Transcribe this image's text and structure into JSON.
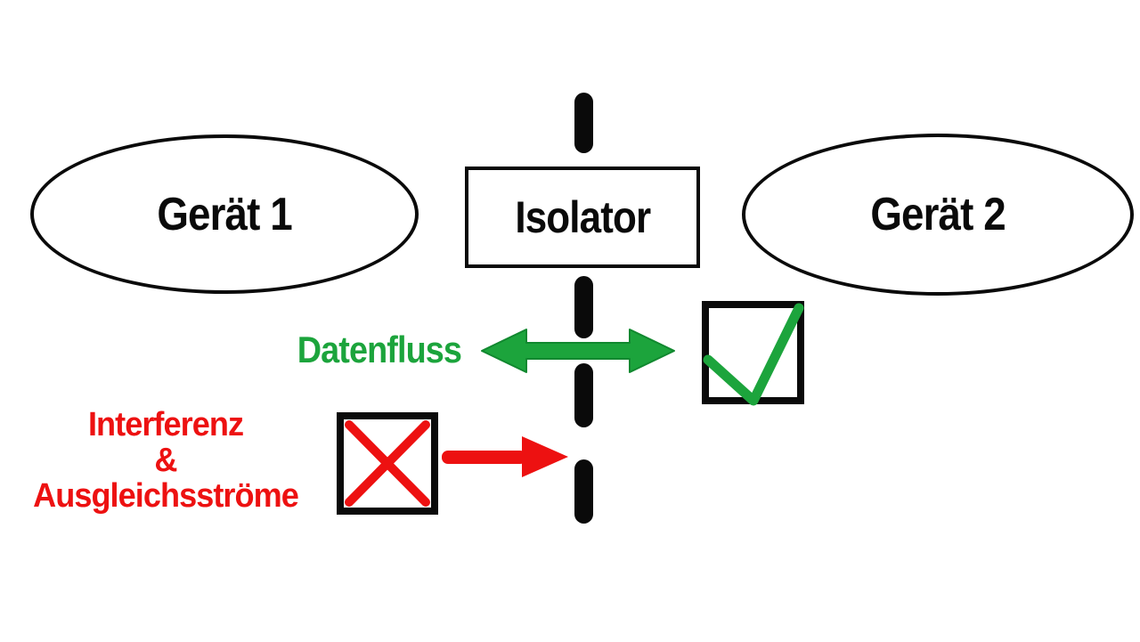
{
  "colors": {
    "dataflow_green": "#1CA43C",
    "dataflow_green_dark": "#11882F",
    "interference_red": "#ED1111",
    "outline_black": "#0A0A0A",
    "background": "#FFFFFF"
  },
  "diagram": {
    "device1": {
      "label": "Gerät 1"
    },
    "device2": {
      "label": "Gerät 2"
    },
    "isolator": {
      "label": "Isolator"
    },
    "dataflow": {
      "label": "Datenfluss"
    },
    "interference": {
      "line1": "Interferenz",
      "line2": "&",
      "line3": "Ausgleichsströme"
    },
    "icons": {
      "barrier": "vertical-dashed-line",
      "dataflow_arrow": "bidirectional-horizontal-arrow",
      "allowed_mark": "checkmark-in-box",
      "blocked_mark": "x-cross-in-box",
      "blocked_flow_arrow": "right-arrow"
    }
  }
}
